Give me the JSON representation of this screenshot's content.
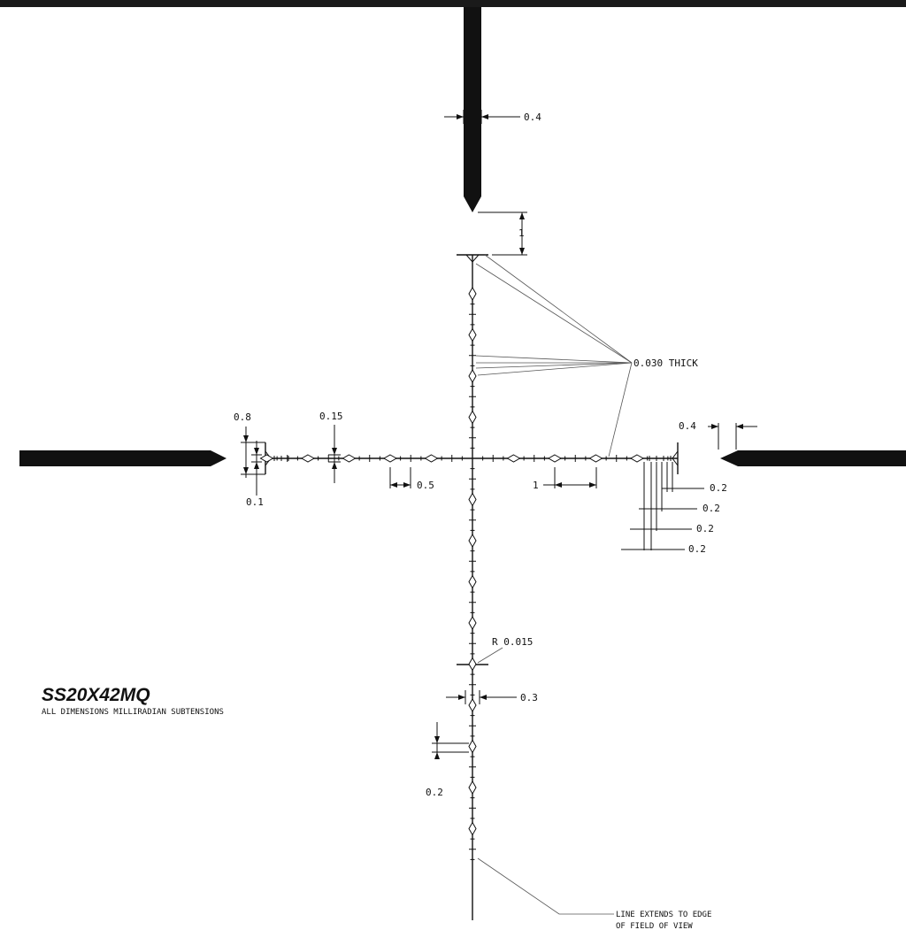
{
  "reticle": {
    "model": "SS20X42MQ",
    "subtitle": "ALL DIMENSIONS MILLIRADIAN SUBTENSIONS",
    "labels": {
      "post_width": "0.4",
      "gap_top": "1",
      "line_thickness": "0.030 THICK",
      "post_height": "0.8",
      "tick_height": "0.15",
      "tick_offset": "0.1",
      "half_spacing": "0.5",
      "full_spacing": "1",
      "side_post_gap": "0.4",
      "end_tick_1": "0.2",
      "end_tick_2": "0.2",
      "end_tick_3": "0.2",
      "end_tick_4": "0.2",
      "radius": "R 0.015",
      "lower_bar": "0.3",
      "lower_tick": "0.2",
      "edge_note_1": "LINE EXTENDS TO EDGE",
      "edge_note_2": "OF FIELD OF VIEW"
    }
  },
  "colors": {
    "ink": "#111111",
    "background": "#ffffff",
    "frame": "#1a1a1a"
  }
}
